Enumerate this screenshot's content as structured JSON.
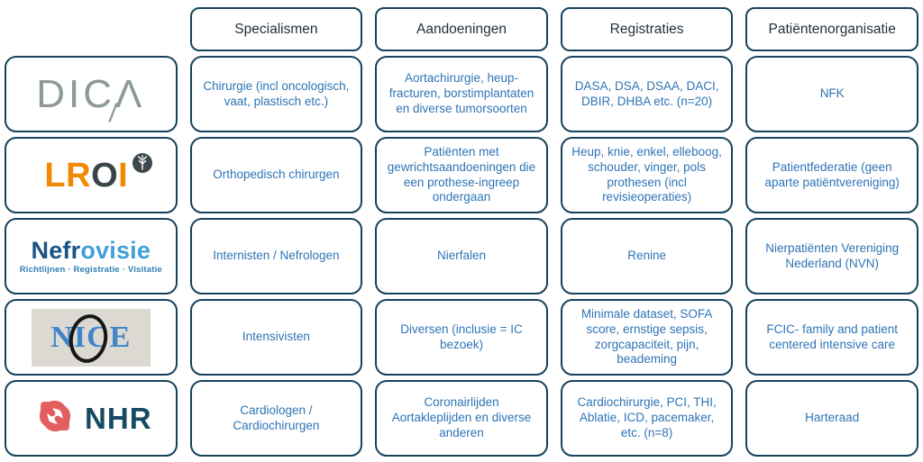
{
  "headers": [
    "Specialismen",
    "Aandoeningen",
    "Registraties",
    "Patiëntenorganisatie"
  ],
  "rows": [
    {
      "org": "DICA",
      "specialismen": "Chirurgie (incl oncologisch, vaat, plastisch etc.)",
      "aandoeningen": "Aortachirurgie, heup-fracturen, borstimplantaten en diverse tumorsoorten",
      "registraties": "DASA, DSA, DSAA, DACI, DBIR, DHBA etc. (n=20)",
      "patientenorganisatie": "NFK"
    },
    {
      "org": "LROI",
      "specialismen": "Orthopedisch chirurgen",
      "aandoeningen": "Patiënten met gewrichtsaandoeningen die een prothese-ingreep ondergaan",
      "registraties": "Heup, knie, enkel, elleboog, schouder, vinger, pols prothesen (incl revisieoperaties)",
      "patientenorganisatie": "Patientfederatie (geen aparte patiëntvereniging)"
    },
    {
      "org": "Nefrovisie",
      "specialismen": "Internisten / Nefrologen",
      "aandoeningen": "Nierfalen",
      "registraties": "Renine",
      "patientenorganisatie": "Nierpatiënten Vereniging Nederland (NVN)"
    },
    {
      "org": "NICE",
      "specialismen": "Intensivisten",
      "aandoeningen": "Diversen (inclusie = IC bezoek)",
      "registraties": "Minimale dataset, SOFA score, ernstige sepsis, zorgcapaciteit, pijn, beademing",
      "patientenorganisatie": "FCIC- family and patient centered intensive care"
    },
    {
      "org": "NHR",
      "specialismen": "Cardiologen / Cardiochirurgen",
      "aandoeningen": "Coronairlijden Aortakleplijden en diverse anderen",
      "registraties": "Cardiochirurgie, PCI, THI, Ablatie, ICD, pacemaker, etc. (n=8)",
      "patientenorganisatie": "Harteraad"
    }
  ],
  "logos": {
    "dica": {
      "letters": "DIC",
      "caret": "Λ",
      "slash": "/"
    },
    "lroi": {
      "lr": "LR",
      "o": "O",
      "i": "I"
    },
    "nefrovisie": {
      "dark": "Nefr",
      "light": "ovisie",
      "subtitle": "Richtlijnen · Registratie · Visitatie"
    },
    "nice": {
      "text": "NICE"
    },
    "nhr": {
      "text": "NHR"
    }
  },
  "colors": {
    "box_border": "#16425b",
    "cell_text": "#2e74b5",
    "header_text": "#22313c",
    "dica_gray": "#8d989a",
    "lroi_orange": "#f18a00",
    "lroi_dark": "#3a4448",
    "nefrovisie_dark_blue": "#1a5586",
    "nefrovisie_light_blue": "#41a0d8",
    "nefrovisie_sub_blue": "#2f7fb3",
    "nice_blue": "#3f86c9",
    "nice_bg": "#dcd9d3",
    "nhr_coral": "#e35f5f",
    "nhr_navy": "#174a63"
  }
}
